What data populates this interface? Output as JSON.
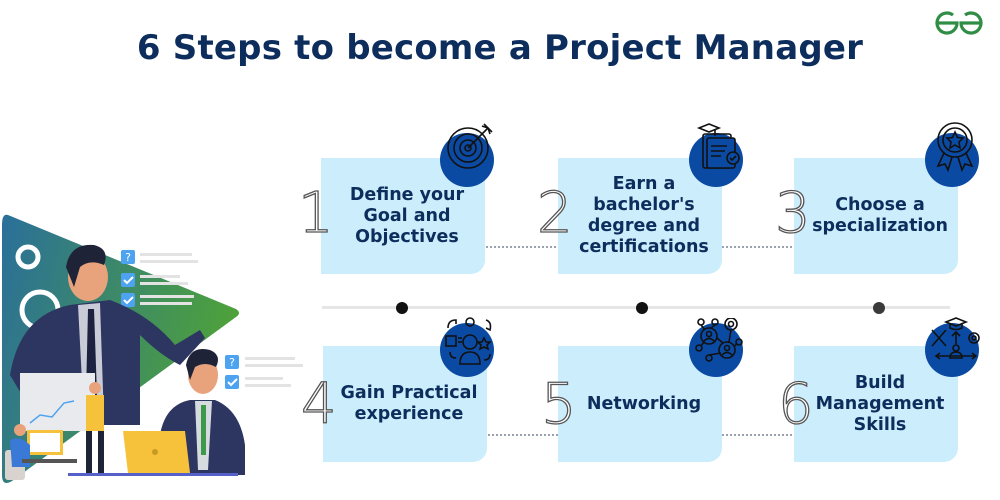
{
  "title": "6 Steps to become a Project Manager",
  "brand": {
    "logo_icon": "geeksforgeeks-logo-icon",
    "color": "#2f8d46"
  },
  "colors": {
    "title": "#0d2d5c",
    "card_bg": "#ccedfb",
    "badge": "#0b4aa2",
    "timeline": "#e6e6e6"
  },
  "steps": [
    {
      "number": "1",
      "label": "Define your Goal and Objectives",
      "lines": [
        "Define your",
        "Goal and",
        "Objectives"
      ],
      "icon": "target-arrow-icon"
    },
    {
      "number": "2",
      "label": "Earn a bachelor's degree and certifications",
      "lines": [
        "Earn a",
        "bachelor's",
        "degree and",
        "certifications"
      ],
      "icon": "degree-certificate-icon"
    },
    {
      "number": "3",
      "label": "Choose a specialization",
      "lines": [
        "Choose a",
        "specialization"
      ],
      "icon": "award-medal-icon"
    },
    {
      "number": "4",
      "label": "Gain Practical experience",
      "lines": [
        "Gain Practical",
        "experience"
      ],
      "icon": "experience-person-icon"
    },
    {
      "number": "5",
      "label": "Networking",
      "lines": [
        "Networking"
      ],
      "icon": "network-people-icon"
    },
    {
      "number": "6",
      "label": "Build Management Skills",
      "lines": [
        "Build",
        "Management",
        "Skills"
      ],
      "icon": "management-skills-icon"
    }
  ],
  "illustration": {
    "icon": "project-team-illustration",
    "checklist_marks": [
      "?",
      "✓",
      "✓",
      "?",
      "✓"
    ]
  }
}
